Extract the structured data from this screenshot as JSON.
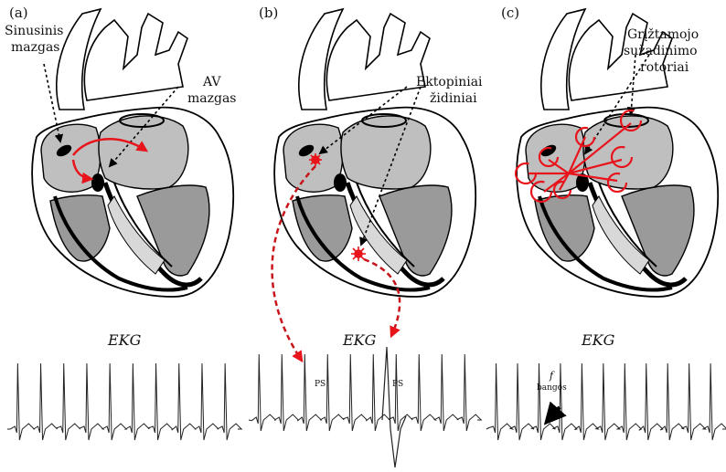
{
  "panels": [
    {
      "letter": "(a)",
      "labels": {
        "node1": "Sinusinis",
        "node1b": "mazgas",
        "node2": "AV",
        "node2b": "mazgas"
      },
      "ekg_title": "EKG"
    },
    {
      "letter": "(b)",
      "labels": {
        "foci": "Ektopiniai",
        "foci_b": "židiniai"
      },
      "ekg_title": "EKG",
      "ps_left": "PS",
      "ps_right": "PS"
    },
    {
      "letter": "(c)",
      "labels": {
        "rot1": "Grįžtamojo",
        "rot2": "sužadinimo",
        "rot3": "rotoriai"
      },
      "ekg_title": "EKG",
      "f_symbol": "f",
      "f_label": "bangos"
    }
  ],
  "colors": {
    "red": "#e8141b",
    "atrium": "#bfbfbf",
    "ventricle": "#9a9a9a",
    "outline": "#000000"
  }
}
